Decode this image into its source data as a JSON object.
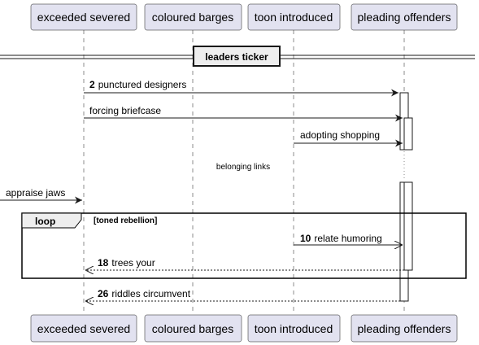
{
  "participants": [
    {
      "label": "exceeded severed"
    },
    {
      "label": "coloured barges"
    },
    {
      "label": "toon introduced"
    },
    {
      "label": "pleading offenders"
    }
  ],
  "divider": {
    "label": "leaders ticker"
  },
  "messages": [
    {
      "num": "2",
      "text": "punctured designers"
    },
    {
      "num": "",
      "text": "forcing briefcase"
    },
    {
      "num": "",
      "text": "adopting shopping"
    },
    {
      "num": "",
      "text": "appraise jaws"
    },
    {
      "num": "10",
      "text": "relate humoring"
    },
    {
      "num": "18",
      "text": "trees your"
    },
    {
      "num": "26",
      "text": "riddles circumvent"
    }
  ],
  "delay": {
    "label": "belonging links"
  },
  "loop": {
    "keyword": "loop",
    "condition": "[toned rebellion]"
  }
}
